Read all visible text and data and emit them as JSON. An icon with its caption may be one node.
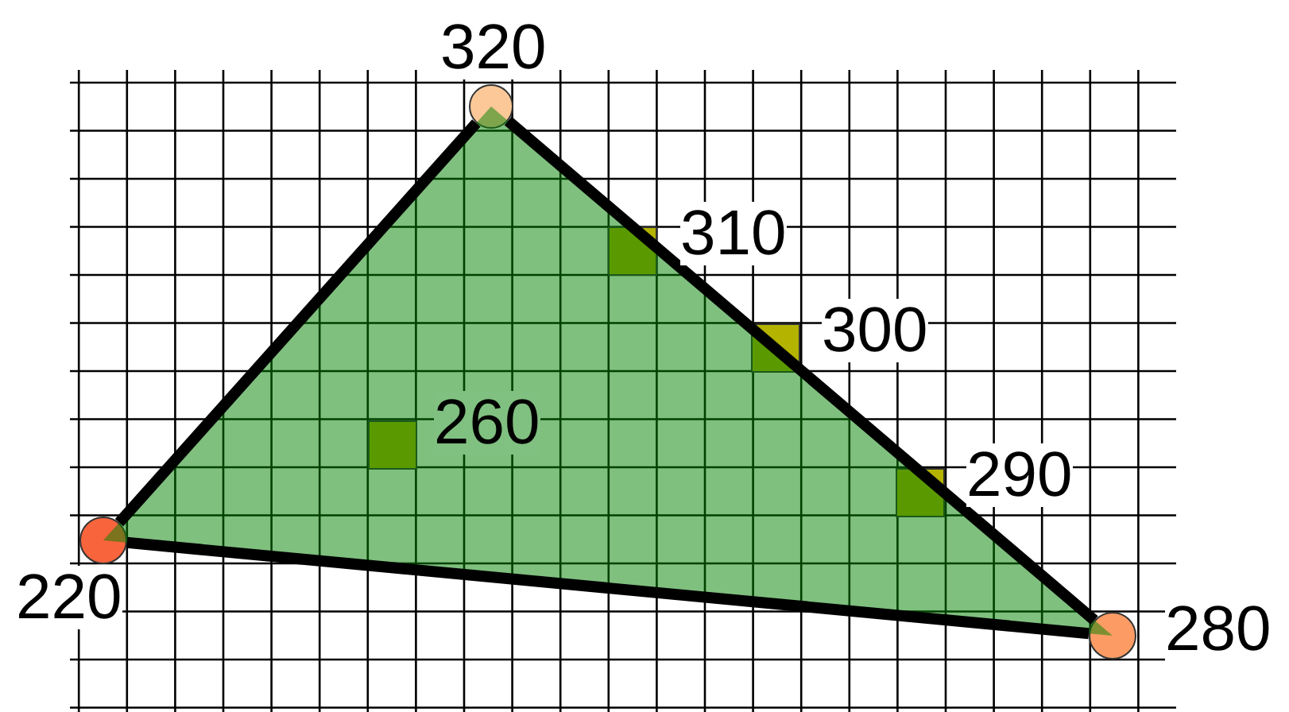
{
  "diagram": {
    "nodes": [
      {
        "text": [],
        "shape": "circle",
        "beside": [
          "320"
        ]
      },
      {
        "text": [],
        "shape": "circle",
        "beside": [
          "220"
        ]
      },
      {
        "text": [],
        "shape": "circle",
        "beside": [
          "280"
        ]
      }
    ],
    "edges": [
      {
        "from": 1,
        "to": 0,
        "arrow": "none"
      },
      {
        "from": 0,
        "to": 2,
        "arrow": "none"
      },
      {
        "from": 1,
        "to": 2,
        "arrow": "none"
      }
    ],
    "labels": [
      "310",
      "300",
      "290",
      "260"
    ]
  }
}
